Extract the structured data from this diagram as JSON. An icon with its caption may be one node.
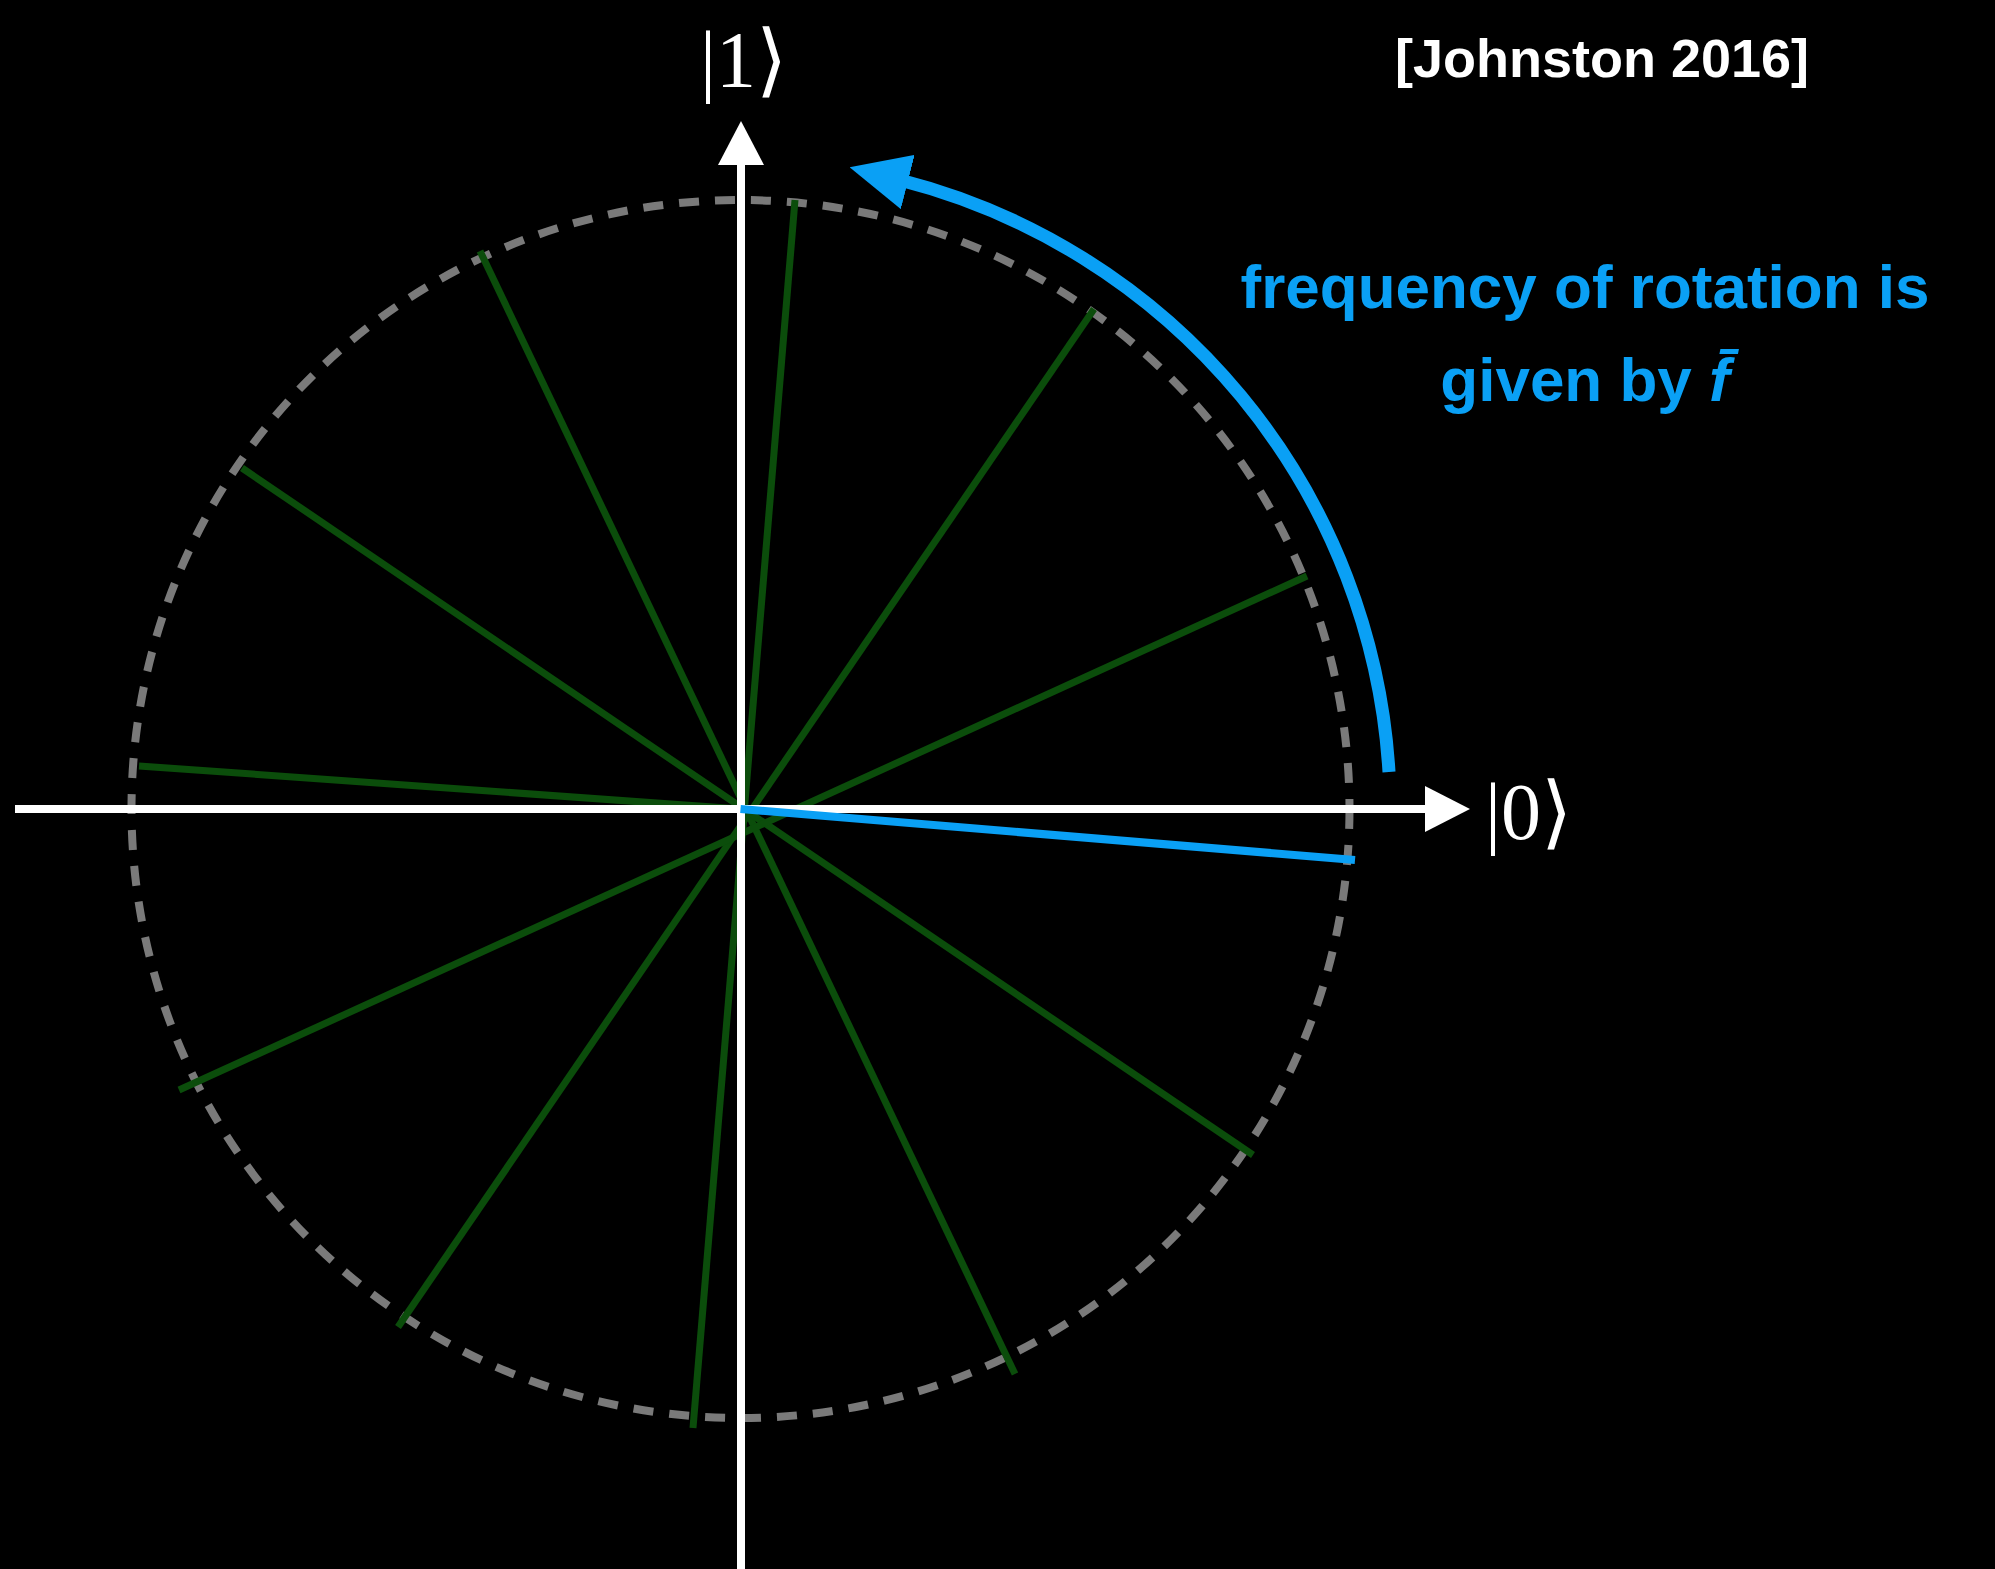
{
  "diagram": {
    "labels": [
      "|1⟩",
      "[Johnston 2016]",
      "frequency of rotation is given by *f̄*",
      "|0⟩"
    ]
  }
}
